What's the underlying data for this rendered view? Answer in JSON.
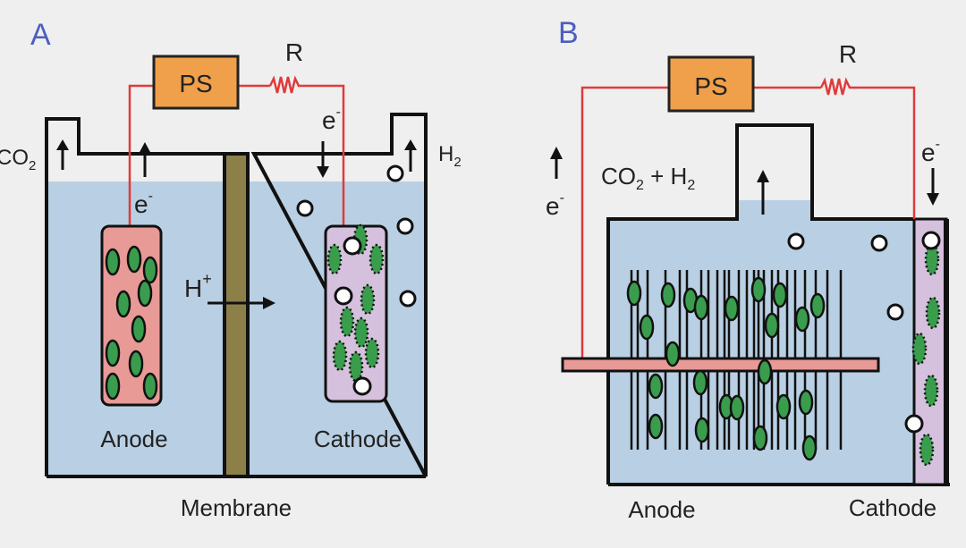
{
  "colors": {
    "background": "#efefef",
    "electrolyte": "#b9cfe3",
    "anode_fill": "#e79a96",
    "cathode_fill": "#d5c0dd",
    "membrane": "#8d7f48",
    "power_supply": "#f0a04a",
    "wire": "#e03a3a",
    "microbe": "#3a9d4d",
    "panel_label": "#4b5fc0"
  },
  "panel_a": {
    "label": "A",
    "power_supply": "PS",
    "resistor": "R",
    "gas_left": "CO",
    "gas_left_sub": "2",
    "gas_right": "H",
    "gas_right_sub": "2",
    "electron": "e",
    "electron_sup": "-",
    "proton": "H",
    "proton_sup": "+",
    "anode": "Anode",
    "cathode": "Cathode",
    "membrane": "Membrane"
  },
  "panel_b": {
    "label": "B",
    "power_supply": "PS",
    "resistor": "R",
    "gas_co": "CO",
    "gas_co_sub": "2",
    "gas_plus": " + ",
    "gas_h": "H",
    "gas_h_sub": "2",
    "electron": "e",
    "electron_sup": "-",
    "anode": "Anode",
    "cathode": "Cathode"
  }
}
